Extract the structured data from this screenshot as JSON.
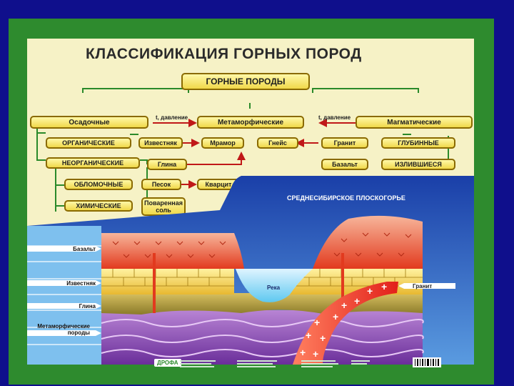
{
  "title": "КЛАССИФИКАЦИЯ ГОРНЫХ ПОРОД",
  "root": "ГОРНЫЕ ПОРОДЫ",
  "classes": {
    "sedimentary": "Осадочные",
    "metamorphic": "Метаморфические",
    "magmatic": "Магматические"
  },
  "arrow_labels": {
    "left": "t, давление",
    "right": "t, давление"
  },
  "sedimentary_types": [
    "ОРГАНИЧЕСКИЕ",
    "НЕОРГАНИЧЕСКИЕ",
    "ОБЛОМОЧНЫЕ",
    "ХИМИЧЕСКИЕ"
  ],
  "rocks": {
    "limestone": "Известняк",
    "clay": "Глина",
    "sand": "Песок",
    "salt": "Поваренная соль",
    "marble": "Мрамор",
    "gneiss": "Гнейс",
    "quartzite": "Кварцит",
    "granite": "Гранит",
    "basalt": "Базальт"
  },
  "magmatic_types": {
    "deep": "ГЛУБИННЫЕ",
    "effusive": "ИЗЛИВШИЕСЯ"
  },
  "section": {
    "title": "СРЕДНЕСИБИРСКОЕ ПЛОСКОГОРЬЕ",
    "river": "Река",
    "granite_label": "Гранит",
    "layers": [
      "Базальт",
      "Известняк",
      "Глина",
      "Метаморфические породы"
    ]
  },
  "footer": {
    "logo": "ДРОФА"
  },
  "colors": {
    "poster_bg": "#2e8b2e",
    "page_bg": "#0f0f8c",
    "panel_bg": "#f6f2c6"
  }
}
